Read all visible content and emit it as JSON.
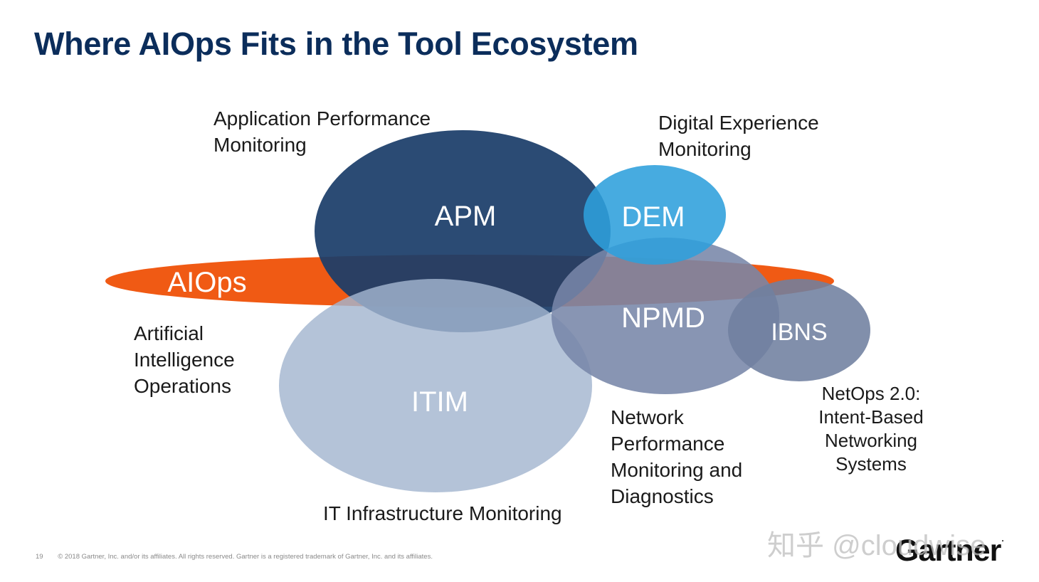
{
  "slide": {
    "title": "Where AIOps Fits in the Tool Ecosystem",
    "page_number": "19",
    "copyright": "© 2018 Gartner, Inc. and/or its affiliates. All rights reserved. Gartner is a registered trademark of Gartner, Inc. and its affiliates.",
    "logo_text": "Gartner",
    "logo_mark": ".",
    "watermark": "知乎 @cloudwise"
  },
  "diagram": {
    "nodes": [
      {
        "id": "aiops",
        "label": "AIOps",
        "color": "#f05a14"
      },
      {
        "id": "apm",
        "label": "APM",
        "color": "#1b3d69"
      },
      {
        "id": "dem",
        "label": "DEM",
        "color": "#2e9fdc"
      },
      {
        "id": "itim",
        "label": "ITIM",
        "color": "#a3b6cf"
      },
      {
        "id": "npmd",
        "label": "NPMD",
        "color": "#7886a8"
      },
      {
        "id": "ibns",
        "label": "IBNS",
        "color": "#6f7f9f"
      }
    ],
    "descriptions": {
      "apm": [
        "Application Performance",
        "Monitoring"
      ],
      "dem": [
        "Digital Experience",
        "Monitoring"
      ],
      "aiops": [
        "Artificial",
        "Intelligence",
        "Operations"
      ],
      "itim": [
        "IT Infrastructure Monitoring"
      ],
      "npmd": [
        "Network",
        "Performance",
        "Monitoring and",
        "Diagnostics"
      ],
      "ibns": [
        "NetOps 2.0:",
        "Intent-Based",
        "Networking",
        "Systems"
      ]
    }
  }
}
